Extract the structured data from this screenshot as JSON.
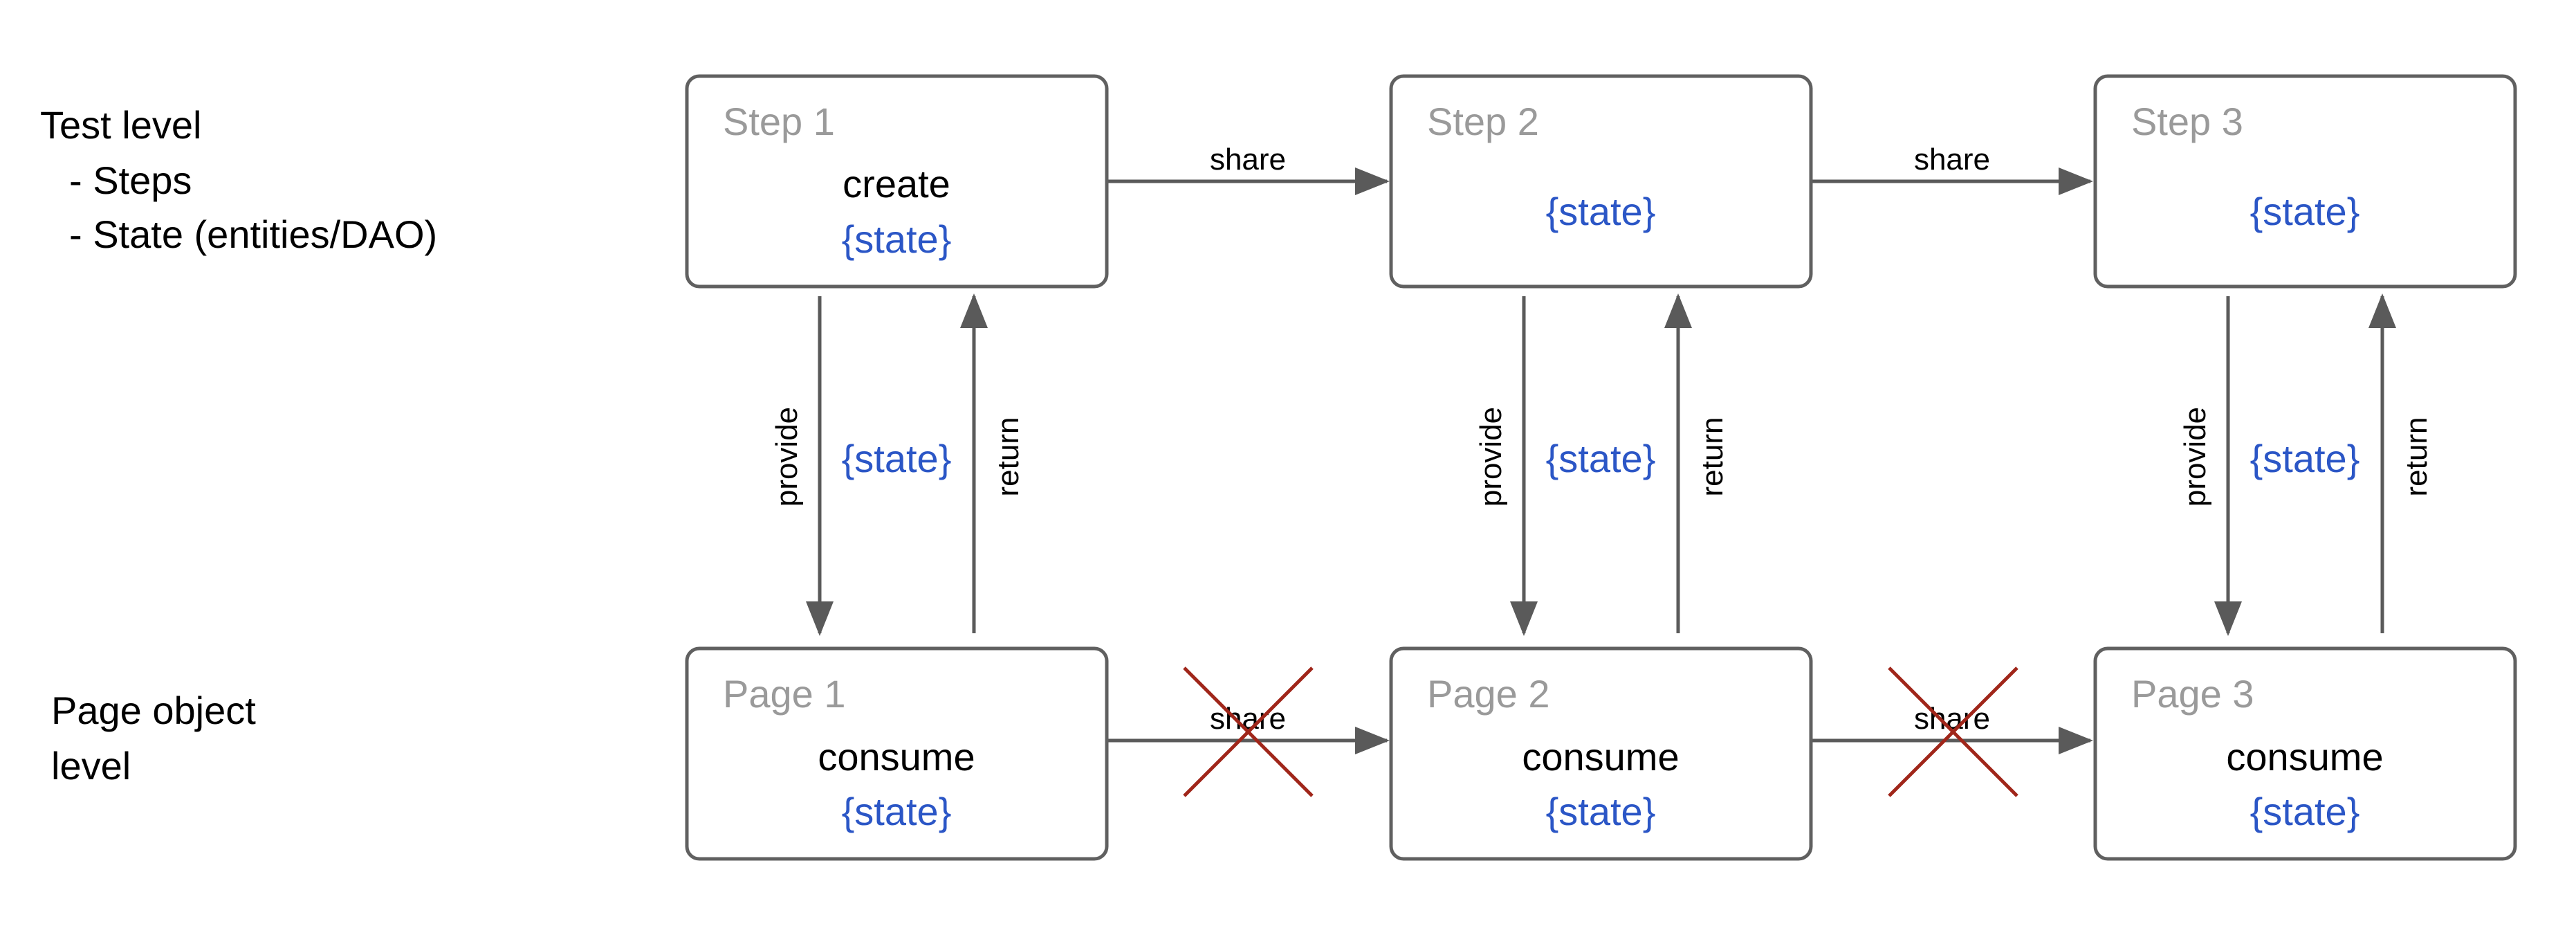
{
  "levels": {
    "test_title": "Test level",
    "test_items": [
      "-   Steps",
      "-   State (entities/DAO)"
    ],
    "page_title_lines": [
      "Page object",
      "level"
    ]
  },
  "steps": [
    {
      "title": "Step 1",
      "action": "create",
      "state": "{state}"
    },
    {
      "title": "Step 2",
      "action": "",
      "state": "{state}"
    },
    {
      "title": "Step 3",
      "action": "",
      "state": "{state}"
    }
  ],
  "pages": [
    {
      "title": "Page 1",
      "action": "consume",
      "state": "{state}"
    },
    {
      "title": "Page 2",
      "action": "consume",
      "state": "{state}"
    },
    {
      "title": "Page 3",
      "action": "consume",
      "state": "{state}"
    }
  ],
  "links": {
    "share": "share",
    "provide": "provide",
    "return": "return",
    "state": "{state}"
  },
  "colors": {
    "state_text": "#2b56c6",
    "box_title": "#9a9a9a",
    "cross": "#a0261a"
  }
}
